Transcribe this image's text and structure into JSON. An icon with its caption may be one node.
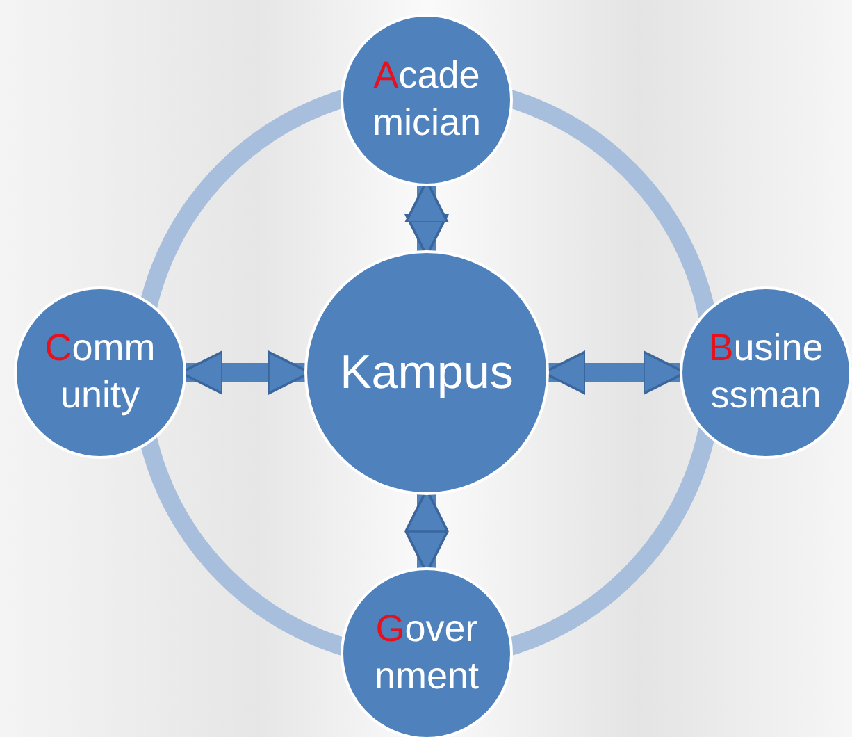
{
  "diagram": {
    "nodes": [
      {
        "text": [
          "Acade mician"
        ]
      },
      {
        "text": [
          "Comm unity"
        ]
      },
      {
        "text": [
          "Kampus"
        ]
      },
      {
        "text": [
          "Busine ssman"
        ]
      },
      {
        "text": [
          "Gover nment"
        ]
      }
    ],
    "edges": [
      {
        "from": 2,
        "to": 0,
        "arrow": "both"
      },
      {
        "from": 2,
        "to": 1,
        "arrow": "both"
      },
      {
        "from": 2,
        "to": 3,
        "arrow": "both"
      },
      {
        "from": 2,
        "to": 4,
        "arrow": "both"
      }
    ]
  }
}
